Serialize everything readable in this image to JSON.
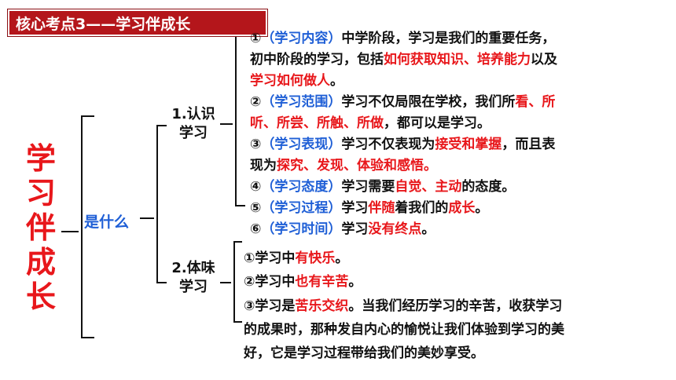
{
  "title": "核心考点3——学习伴成长",
  "root": [
    "学",
    "习",
    "伴",
    "成",
    "长"
  ],
  "mid": "是什么",
  "sub1": [
    "1.认识",
    "学习"
  ],
  "sub2": [
    "2.体味",
    "学习"
  ],
  "items1": [
    {
      "num": "①",
      "tag": "（学习内容）",
      "lines": [
        [
          {
            "t": "中学阶段，学习是我们的重要任务，",
            "c": ""
          }
        ],
        [
          {
            "t": "初中阶段的学习，包括",
            "c": ""
          },
          {
            "t": "如何获取知识、培养能力",
            "c": "red"
          },
          {
            "t": "以及",
            "c": ""
          }
        ],
        [
          {
            "t": "学习如何做人",
            "c": "red"
          },
          {
            "t": "。",
            "c": ""
          }
        ]
      ]
    },
    {
      "num": "②",
      "tag": "（学习范围）",
      "lines": [
        [
          {
            "t": "学习不仅局限在学校，我们所",
            "c": ""
          },
          {
            "t": "看、所",
            "c": "red"
          }
        ],
        [
          {
            "t": "听、所尝、所触、所做",
            "c": "red"
          },
          {
            "t": "，都可以是学习。",
            "c": ""
          }
        ]
      ]
    },
    {
      "num": "③",
      "tag": "（学习表现）",
      "lines": [
        [
          {
            "t": "学习不仅表现为",
            "c": ""
          },
          {
            "t": "接受和掌握",
            "c": "red"
          },
          {
            "t": "，而且表",
            "c": ""
          }
        ],
        [
          {
            "t": "现为",
            "c": ""
          },
          {
            "t": "探究、发现、体验和感悟。",
            "c": "red"
          }
        ]
      ]
    },
    {
      "num": "④",
      "tag": "（学习态度）",
      "lines": [
        [
          {
            "t": "学习需要",
            "c": ""
          },
          {
            "t": "自觉、主动",
            "c": "red"
          },
          {
            "t": "的态度。",
            "c": ""
          }
        ]
      ]
    },
    {
      "num": "⑤",
      "tag": "（学习过程）",
      "lines": [
        [
          {
            "t": "学习",
            "c": ""
          },
          {
            "t": "伴随",
            "c": "red"
          },
          {
            "t": "着我们的",
            "c": ""
          },
          {
            "t": "成长",
            "c": "red"
          },
          {
            "t": "。",
            "c": ""
          }
        ]
      ]
    },
    {
      "num": "⑥",
      "tag": "（学习时间）",
      "lines": [
        [
          {
            "t": "学习",
            "c": ""
          },
          {
            "t": "没有终点",
            "c": "red"
          },
          {
            "t": "。",
            "c": ""
          }
        ]
      ]
    }
  ],
  "items2": [
    [
      [
        {
          "t": "①学习中",
          "c": ""
        },
        {
          "t": "有快乐",
          "c": "red"
        },
        {
          "t": "。",
          "c": ""
        }
      ]
    ],
    [
      [
        {
          "t": "②学习中",
          "c": ""
        },
        {
          "t": "也有辛苦",
          "c": "red"
        },
        {
          "t": "。",
          "c": ""
        }
      ]
    ],
    [
      [
        {
          "t": "③学习是",
          "c": ""
        },
        {
          "t": "苦乐交织",
          "c": "red"
        },
        {
          "t": "。当我们经历学习的辛苦，收获学习",
          "c": ""
        }
      ],
      [
        {
          "t": "的成果时，那种发自内心的愉悦让我们体验到学习的美",
          "c": ""
        }
      ],
      [
        {
          "t": "好，它是学习过程带给我们的美妙享受。",
          "c": ""
        }
      ]
    ]
  ]
}
